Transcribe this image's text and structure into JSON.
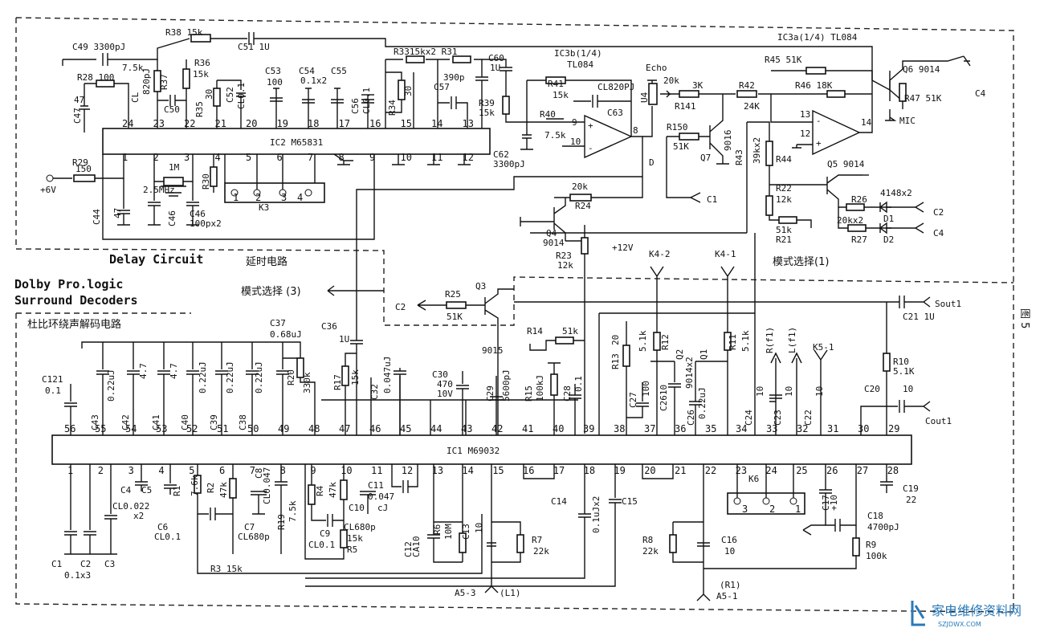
{
  "titles": {
    "delay_circuit": "Delay Circuit",
    "delay_circuit_cn": "延时电路",
    "dolby_line1": "Dolby Pro.logic",
    "dolby_line2": "Surround Decoders",
    "dolby_cn": "杜比环绕声解码电路",
    "figure": "图 5",
    "mode_select_1": "模式选择(1)",
    "mode_select_3": "模式选择 (3)"
  },
  "ics": {
    "ic2": "IC2  M65831",
    "ic1": "IC1   M69032",
    "ic3a": "IC3a(1/4) TL084",
    "ic3b_1": "IC3b(1/4)",
    "ic3b_2": "TL084"
  },
  "ic2_pins_top": [
    "24",
    "23",
    "22",
    "21",
    "20",
    "19",
    "18",
    "17",
    "16",
    "15",
    "14",
    "13"
  ],
  "ic2_pins_bottom": [
    "1",
    "2",
    "3",
    "4",
    "5",
    "6",
    "7",
    "8",
    "9",
    "10",
    "11",
    "12"
  ],
  "ic1_pins_top": [
    "56",
    "55",
    "54",
    "53",
    "52",
    "51",
    "50",
    "49",
    "48",
    "47",
    "46",
    "45",
    "44",
    "43",
    "42",
    "41",
    "40",
    "39",
    "38",
    "37",
    "36",
    "35",
    "34",
    "33",
    "32",
    "31",
    "30",
    "29"
  ],
  "ic1_pins_bottom": [
    "1",
    "2",
    "3",
    "4",
    "5",
    "6",
    "7",
    "8",
    "9",
    "10",
    "11",
    "12",
    "13",
    "14",
    "15",
    "16",
    "17",
    "18",
    "19",
    "20",
    "21",
    "22",
    "23",
    "24",
    "25",
    "26",
    "27",
    "28"
  ],
  "connectors": {
    "k3": "K3",
    "k3_pins": [
      "1",
      "2",
      "3",
      "4"
    ],
    "k6": "K6",
    "k6_pins": [
      "3",
      "2",
      "1"
    ],
    "k4_2": "K4-2",
    "k4_1": "K4-1",
    "k5_1": "K5-1",
    "a5_3": "A5-3",
    "l1": "(L1)",
    "r1": "(R1)",
    "a5_1": "A5-1",
    "c1": "C1",
    "c2": "C2",
    "c4": "C4",
    "c2_in": "C2",
    "c4_mic": "C4",
    "mic": "MIC",
    "sout": "Sout1",
    "cout": "Cout1",
    "v6": "+6V",
    "v12": "+12V",
    "echo": "Echo",
    "d_node": "D"
  },
  "upper_labels": [
    {
      "id": "c49",
      "t": "C49  3300pJ"
    },
    {
      "id": "r38",
      "t": "R38  15k"
    },
    {
      "id": "c51",
      "t": "C51  1U"
    },
    {
      "id": "r28",
      "t": "R28  100"
    },
    {
      "id": "r37",
      "t": "7.5k"
    },
    {
      "id": "r37n",
      "t": "R37"
    },
    {
      "id": "r36",
      "t": "R36"
    },
    {
      "id": "r36v",
      "t": "15k"
    },
    {
      "id": "c47",
      "t": "C47"
    },
    {
      "id": "c47v",
      "t": "47"
    },
    {
      "id": "cl",
      "t": "CL"
    },
    {
      "id": "cl820",
      "t": "820pJ"
    },
    {
      "id": "c50",
      "t": "C50"
    },
    {
      "id": "r35",
      "t": "R35"
    },
    {
      "id": "r35v",
      "t": "30"
    },
    {
      "id": "c52",
      "t": "C52"
    },
    {
      "id": "c52v",
      "t": "CL0.1"
    },
    {
      "id": "c53",
      "t": "C53"
    },
    {
      "id": "c53v",
      "t": "100"
    },
    {
      "id": "c54",
      "t": "C54"
    },
    {
      "id": "c55",
      "t": "C55"
    },
    {
      "id": "c545v",
      "t": "0.1x2"
    },
    {
      "id": "c56",
      "t": "C56"
    },
    {
      "id": "c56v",
      "t": "CL0.1"
    },
    {
      "id": "r33",
      "t": "R3315kx2 R31"
    },
    {
      "id": "r34",
      "t": "R34"
    },
    {
      "id": "r34v",
      "t": "30"
    },
    {
      "id": "c57",
      "t": "C57"
    },
    {
      "id": "c57v",
      "t": "390p"
    },
    {
      "id": "c60",
      "t": "C60"
    },
    {
      "id": "c60v",
      "t": "1U"
    },
    {
      "id": "r39",
      "t": "R39"
    },
    {
      "id": "r39v",
      "t": "15k"
    },
    {
      "id": "r41",
      "t": "R41"
    },
    {
      "id": "r41v",
      "t": "15k"
    },
    {
      "id": "cl820b",
      "t": "CL820PJ"
    },
    {
      "id": "r40",
      "t": "R40"
    },
    {
      "id": "r40v",
      "t": "7.5k"
    },
    {
      "id": "c63",
      "t": "C63"
    },
    {
      "id": "c62",
      "t": "C62"
    },
    {
      "id": "c62v",
      "t": "3300pJ"
    },
    {
      "id": "u4",
      "t": "U4"
    },
    {
      "id": "echo20k",
      "t": "20k"
    },
    {
      "id": "r141",
      "t": "R141"
    },
    {
      "id": "r141v",
      "t": "3K"
    },
    {
      "id": "r45",
      "t": "R45  51K"
    },
    {
      "id": "r46",
      "t": "R46  18K"
    },
    {
      "id": "r42",
      "t": "R42"
    },
    {
      "id": "r42v",
      "t": "24K"
    },
    {
      "id": "r47",
      "t": "R47  51K"
    },
    {
      "id": "q6",
      "t": "Q6  9014"
    },
    {
      "id": "r150",
      "t": "R150"
    },
    {
      "id": "r150v",
      "t": "51K"
    },
    {
      "id": "q7",
      "t": "Q7"
    },
    {
      "id": "q7v",
      "t": "9016"
    },
    {
      "id": "r43",
      "t": "R43"
    },
    {
      "id": "r43v",
      "t": "39kx2"
    },
    {
      "id": "r44",
      "t": "R44"
    },
    {
      "id": "q5",
      "t": "Q5  9014"
    },
    {
      "id": "r22",
      "t": "R22"
    },
    {
      "id": "r22v",
      "t": "12k"
    },
    {
      "id": "r26",
      "t": "R26"
    },
    {
      "id": "d4148",
      "t": "4148x2"
    },
    {
      "id": "r2627v",
      "t": "20kx2"
    },
    {
      "id": "r27",
      "t": "R27"
    },
    {
      "id": "d1",
      "t": "D1"
    },
    {
      "id": "d2",
      "t": "D2"
    },
    {
      "id": "r21v",
      "t": "51k"
    },
    {
      "id": "r21",
      "t": "R21"
    },
    {
      "id": "r29",
      "t": "R29"
    },
    {
      "id": "r29v",
      "t": "150"
    },
    {
      "id": "xtal1m",
      "t": "1M"
    },
    {
      "id": "xtal",
      "t": "2.5MHz"
    },
    {
      "id": "r30",
      "t": "R30"
    },
    {
      "id": "c44",
      "t": "C44"
    },
    {
      "id": "c44v",
      "t": "47"
    },
    {
      "id": "c46",
      "t": "C46"
    },
    {
      "id": "c46b",
      "t": "C46"
    },
    {
      "id": "c46v",
      "t": "100px2"
    },
    {
      "id": "r24v",
      "t": "20k"
    },
    {
      "id": "r24",
      "t": "R24"
    },
    {
      "id": "q4",
      "t": "Q4"
    },
    {
      "id": "q4v",
      "t": "9014"
    },
    {
      "id": "r23",
      "t": "R23"
    },
    {
      "id": "r23v",
      "t": "12k"
    },
    {
      "id": "op13",
      "t": "13"
    },
    {
      "id": "op12",
      "t": "12"
    },
    {
      "id": "op14",
      "t": "14"
    },
    {
      "id": "op9",
      "t": "9"
    },
    {
      "id": "op10",
      "t": "10"
    },
    {
      "id": "op8",
      "t": "8"
    }
  ],
  "lower_labels": [
    {
      "id": "r25",
      "t": "R25"
    },
    {
      "id": "r25v",
      "t": "51K"
    },
    {
      "id": "q3",
      "t": "Q3"
    },
    {
      "id": "q3v",
      "t": "9015"
    },
    {
      "id": "c36",
      "t": "C36"
    },
    {
      "id": "c36v",
      "t": "1U"
    },
    {
      "id": "c37",
      "t": "C37"
    },
    {
      "id": "c37v",
      "t": "0.68uJ"
    },
    {
      "id": "c121",
      "t": "C121"
    },
    {
      "id": "c121v",
      "t": "0.1"
    },
    {
      "id": "c43",
      "t": "C43"
    },
    {
      "id": "c43v",
      "t": "0.22uJ"
    },
    {
      "id": "c42",
      "t": "C42"
    },
    {
      "id": "c42v",
      "t": "4.7"
    },
    {
      "id": "c41",
      "t": "C41"
    },
    {
      "id": "c41v",
      "t": "4.7"
    },
    {
      "id": "c40",
      "t": "C40"
    },
    {
      "id": "c40v",
      "t": "0.22uJ"
    },
    {
      "id": "c39",
      "t": "C39"
    },
    {
      "id": "c39v",
      "t": "0.22uJ"
    },
    {
      "id": "c38",
      "t": "C38"
    },
    {
      "id": "c38v",
      "t": "0.22uJ"
    },
    {
      "id": "r20",
      "t": "R20"
    },
    {
      "id": "r20v",
      "t": "330k"
    },
    {
      "id": "r17",
      "t": "R17"
    },
    {
      "id": "r17v",
      "t": "15k"
    },
    {
      "id": "c32",
      "t": "C32"
    },
    {
      "id": "c32v",
      "t": "0.047uJ"
    },
    {
      "id": "c30",
      "t": "C30"
    },
    {
      "id": "c30v",
      "t": "470"
    },
    {
      "id": "c30v2",
      "t": "10V"
    },
    {
      "id": "c29",
      "t": "C29"
    },
    {
      "id": "c29v",
      "t": "5600pJ"
    },
    {
      "id": "r15",
      "t": "R15"
    },
    {
      "id": "r15v",
      "t": "100kJ"
    },
    {
      "id": "c28",
      "t": "C28"
    },
    {
      "id": "c28v",
      "t": "0.1"
    },
    {
      "id": "r14",
      "t": "R14"
    },
    {
      "id": "r14v",
      "t": "51k"
    },
    {
      "id": "r13",
      "t": "R13"
    },
    {
      "id": "r13v",
      "t": "20"
    },
    {
      "id": "c27",
      "t": "C27"
    },
    {
      "id": "c27v",
      "t": "100"
    },
    {
      "id": "r12",
      "t": "R12"
    },
    {
      "id": "r12v",
      "t": "5.1k"
    },
    {
      "id": "c2610",
      "t": "C2610"
    },
    {
      "id": "q2",
      "t": "Q2"
    },
    {
      "id": "q2v",
      "t": "9014x2"
    },
    {
      "id": "c26",
      "t": "C26"
    },
    {
      "id": "c26v",
      "t": "0.22uJ"
    },
    {
      "id": "q1",
      "t": "Q1"
    },
    {
      "id": "r11",
      "t": "R11"
    },
    {
      "id": "r11v",
      "t": "5.1k"
    },
    {
      "id": "c24",
      "t": "C24"
    },
    {
      "id": "c24v",
      "t": "10"
    },
    {
      "id": "rf1",
      "t": "R(f1)"
    },
    {
      "id": "lf1",
      "t": "L(f1)"
    },
    {
      "id": "c23",
      "t": "C23"
    },
    {
      "id": "c23v",
      "t": "10"
    },
    {
      "id": "c22",
      "t": "C22"
    },
    {
      "id": "c22v",
      "t": "10"
    },
    {
      "id": "c21",
      "t": "C21  1U"
    },
    {
      "id": "r10",
      "t": "R10"
    },
    {
      "id": "r10v",
      "t": "5.1K"
    },
    {
      "id": "c20",
      "t": "C20"
    },
    {
      "id": "c20v",
      "t": "10"
    },
    {
      "id": "c4",
      "t": "C4"
    },
    {
      "id": "c5",
      "t": "C5"
    },
    {
      "id": "c45v",
      "t": "CL0.022"
    },
    {
      "id": "c45x",
      "t": "x2"
    },
    {
      "id": "r1",
      "t": "R1"
    },
    {
      "id": "r1v",
      "t": "7.6k"
    },
    {
      "id": "c6",
      "t": "C6"
    },
    {
      "id": "c6v",
      "t": "CL0.1"
    },
    {
      "id": "r2",
      "t": "R2"
    },
    {
      "id": "r2v",
      "t": "47k"
    },
    {
      "id": "c8",
      "t": "C8"
    },
    {
      "id": "c8v",
      "t": "CL0.047"
    },
    {
      "id": "c7",
      "t": "C7"
    },
    {
      "id": "c7v",
      "t": "CL680p"
    },
    {
      "id": "r19",
      "t": "R19"
    },
    {
      "id": "r19v",
      "t": "7.5k"
    },
    {
      "id": "r4",
      "t": "R4"
    },
    {
      "id": "r4v",
      "t": "47k"
    },
    {
      "id": "c9",
      "t": "C9"
    },
    {
      "id": "c9v",
      "t": "CL0.1"
    },
    {
      "id": "r5v",
      "t": "15k"
    },
    {
      "id": "r5",
      "t": "R5"
    },
    {
      "id": "c10",
      "t": "C10"
    },
    {
      "id": "c10v",
      "t": "CL680p"
    },
    {
      "id": "c11",
      "t": "C11"
    },
    {
      "id": "c11v",
      "t": "0.047"
    },
    {
      "id": "c11u",
      "t": "cJ"
    },
    {
      "id": "c12",
      "t": "C12"
    },
    {
      "id": "c12v",
      "t": "CA10"
    },
    {
      "id": "r6",
      "t": "R6"
    },
    {
      "id": "r6v",
      "t": "10M"
    },
    {
      "id": "c13",
      "t": "C13"
    },
    {
      "id": "c13v",
      "t": "10"
    },
    {
      "id": "r7",
      "t": "R7"
    },
    {
      "id": "r7v",
      "t": "22k"
    },
    {
      "id": "c14",
      "t": "C14"
    },
    {
      "id": "c1415v",
      "t": "0.1uJx2"
    },
    {
      "id": "c15",
      "t": "C15"
    },
    {
      "id": "r8",
      "t": "R8"
    },
    {
      "id": "r8v",
      "t": "22k"
    },
    {
      "id": "c16",
      "t": "C16"
    },
    {
      "id": "c16v",
      "t": "10"
    },
    {
      "id": "c17",
      "t": "C17"
    },
    {
      "id": "c17v",
      "t": "+10"
    },
    {
      "id": "c18",
      "t": "C18"
    },
    {
      "id": "c18v",
      "t": "4700pJ"
    },
    {
      "id": "c19",
      "t": "C19"
    },
    {
      "id": "c19v",
      "t": "22"
    },
    {
      "id": "r9",
      "t": "R9"
    },
    {
      "id": "r9v",
      "t": "100k"
    },
    {
      "id": "r3",
      "t": "R3  15k"
    },
    {
      "id": "c1",
      "t": "C1"
    },
    {
      "id": "c2",
      "t": "C2"
    },
    {
      "id": "c3",
      "t": "C3"
    },
    {
      "id": "c123v",
      "t": "0.1x3"
    }
  ],
  "watermark": {
    "text": "家电维修资料网",
    "url": "SZJDWX.COM"
  }
}
